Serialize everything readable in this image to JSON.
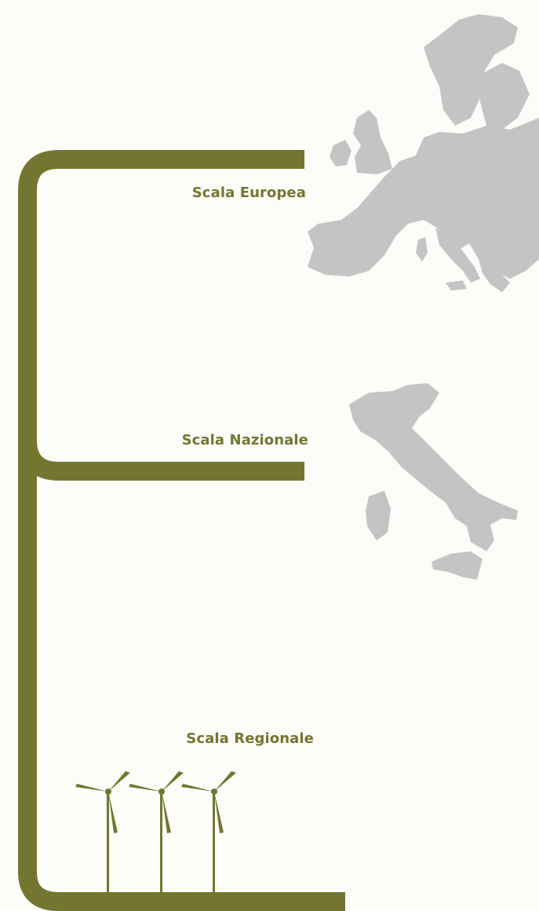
{
  "labels": {
    "europe": "Scala Europea",
    "national": "Scala Nazionale",
    "regional": "Scala Regionale"
  },
  "colors": {
    "background": "#fcfcf8",
    "branch": "#737630",
    "map": "#c4c4c4",
    "label": "#737630"
  },
  "icons": {
    "europe_map": "europe-map-icon",
    "italy_map": "italy-map-icon",
    "wind_turbine": "wind-turbine-icon",
    "wind_turbine_count": 3
  }
}
